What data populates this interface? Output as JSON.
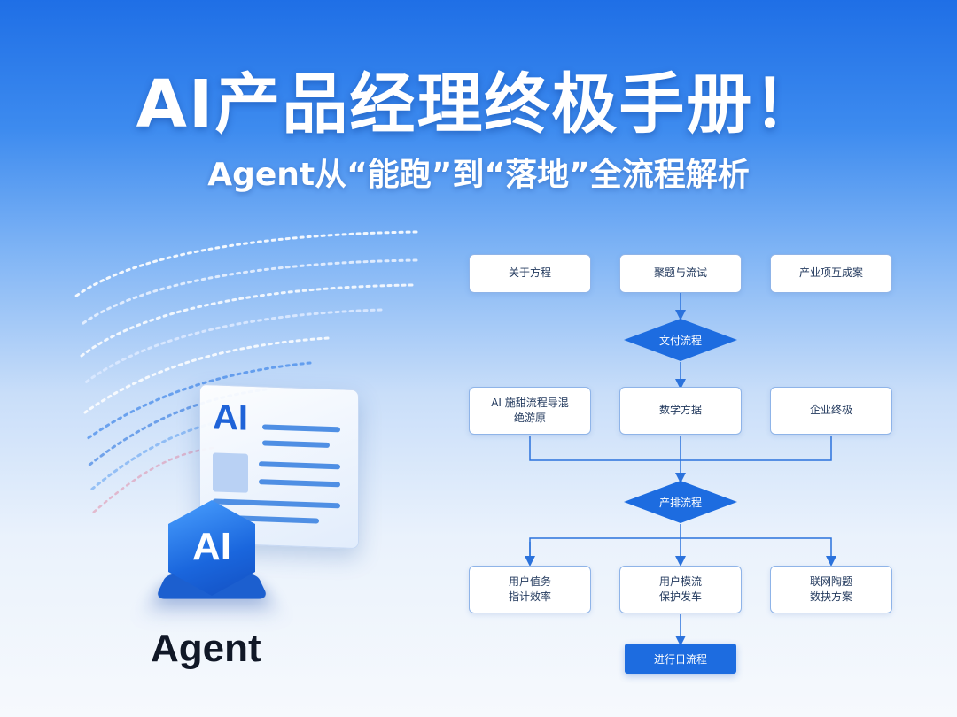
{
  "title": "AI产品经理终极手册！",
  "subtitle": "Agent从“能跑”到“落地”全流程解析",
  "illustration": {
    "doc_card_label": "AI",
    "hex_label": "AI",
    "agent_label": "Agent"
  },
  "flowchart": {
    "top_row": [
      "关于方程",
      "聚题与流试",
      "产业项互成案"
    ],
    "diamond_1": "文付流程",
    "middle_row": [
      {
        "line1": "AI 施甜流程导混",
        "line2": "绝游原"
      },
      {
        "line1": "数学方据",
        "line2": ""
      },
      {
        "line1": "企业终极",
        "line2": ""
      }
    ],
    "diamond_2": "产排流程",
    "bottom_row": [
      {
        "line1": "用户值务",
        "line2": "指计效率"
      },
      {
        "line1": "用户模流",
        "line2": "保护发车"
      },
      {
        "line1": "联网陶题",
        "line2": "数抉方案"
      }
    ],
    "final_button": "进行日流程"
  },
  "colors": {
    "accent": "#1d6ce0",
    "node_border": "#8fb4e8",
    "text_dark": "#233a5e"
  }
}
